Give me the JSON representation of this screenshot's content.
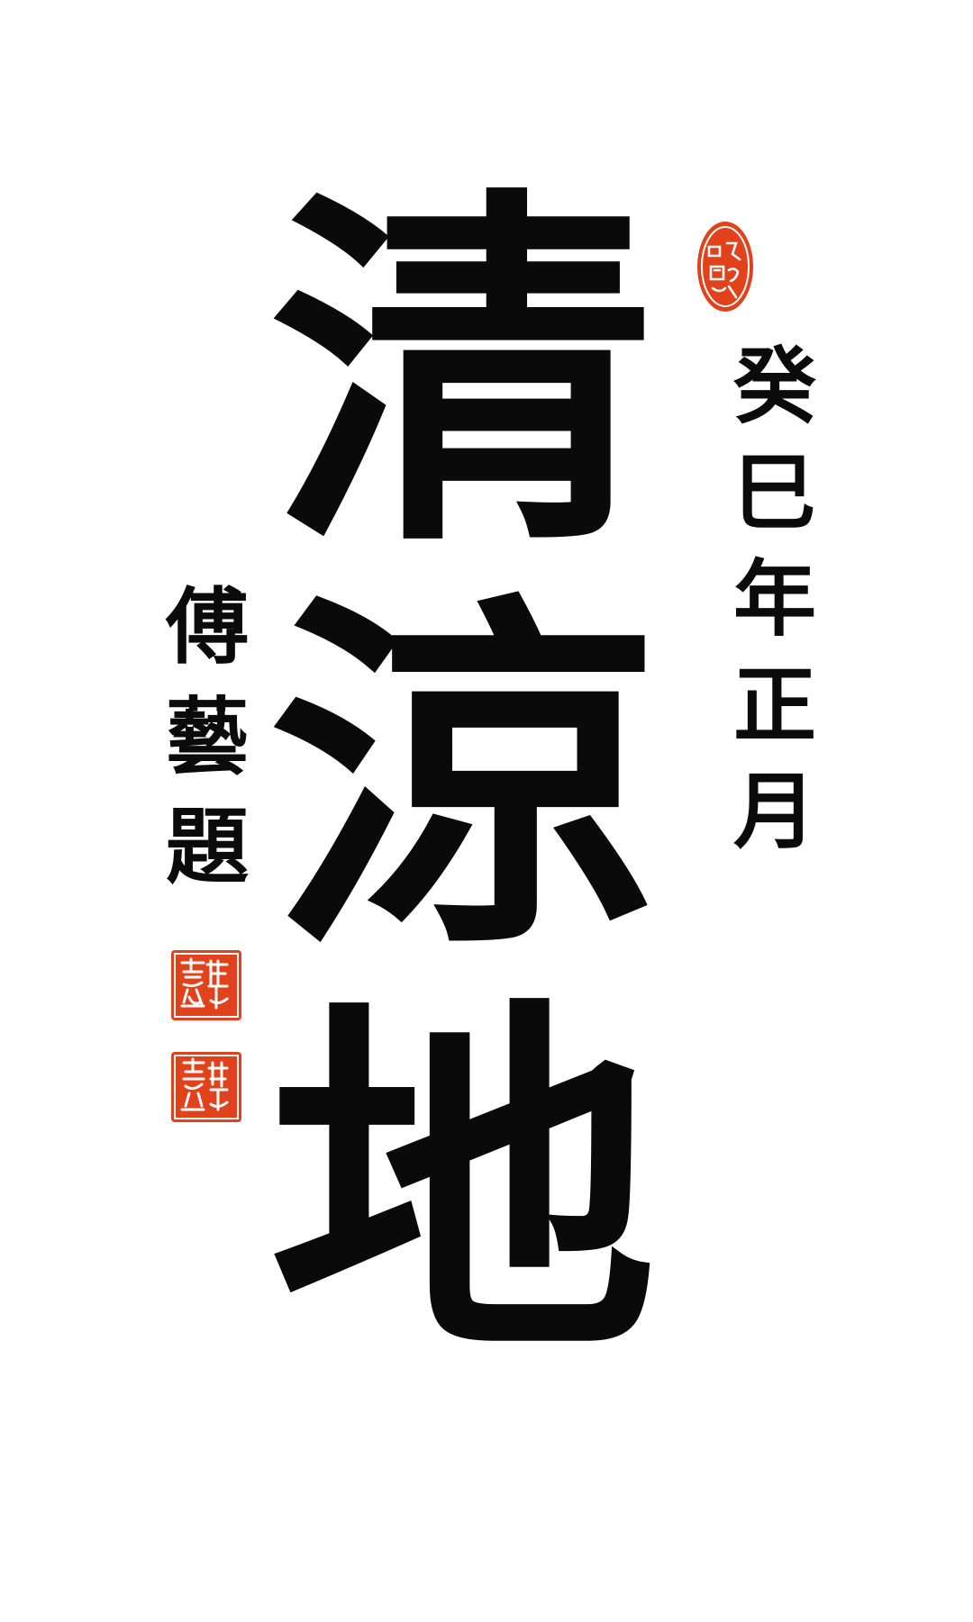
{
  "main_title": {
    "characters": [
      "清",
      "涼",
      "地"
    ]
  },
  "inscription_right": {
    "characters": [
      "癸",
      "巳",
      "年",
      "正",
      "月"
    ]
  },
  "signature": {
    "characters": [
      "傅",
      "藝",
      "題"
    ]
  },
  "seals": {
    "top_right_oval": {
      "legend": "",
      "color": "#e1421b"
    },
    "left_square_1": {
      "legend": "",
      "color": "#e1421b"
    },
    "left_square_2": {
      "legend": "",
      "color": "#e1421b"
    }
  },
  "colors": {
    "ink": "#0a0a0a",
    "paper": "#ffffff",
    "seal_red": "#e1421b"
  }
}
